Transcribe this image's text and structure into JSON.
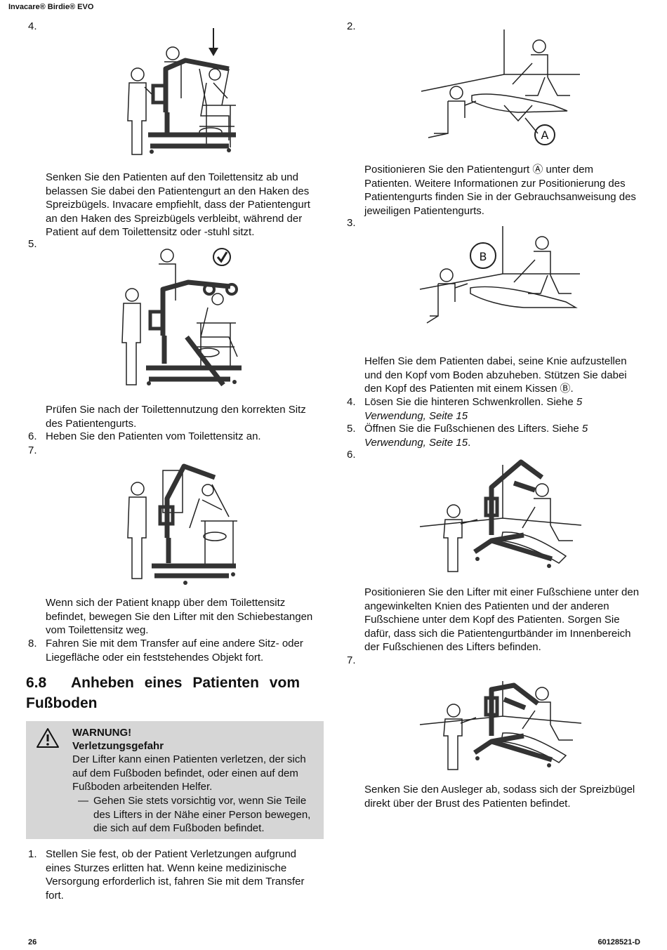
{
  "header": {
    "title": "Invacare® Birdie® EVO"
  },
  "footer": {
    "page_number": "26",
    "doc_id": "60128521-D"
  },
  "left": {
    "step4": {
      "num": "4.",
      "text": "Senken Sie den Patienten auf den Toilettensitz ab und belassen Sie dabei den Patientengurt an den Haken des Spreizbügels. Invacare empfiehlt, dass der Patientengurt an den Haken des Spreizbügels verbleibt, während der Patient auf dem Toilettensitz oder -stuhl sitzt."
    },
    "step5": {
      "num": "5.",
      "text": "Prüfen Sie nach der Toilettennutzung den korrekten Sitz des Patientengurts."
    },
    "step6": {
      "num": "6.",
      "text": "Heben Sie den Patienten vom Toilettensitz an."
    },
    "step7": {
      "num": "7.",
      "text": "Wenn sich der Patient knapp über dem Toilettensitz befindet, bewegen Sie den Lifter mit den Schiebestangen vom Toilettensitz weg."
    },
    "step8": {
      "num": "8.",
      "text": "Fahren Sie mit dem Transfer auf eine andere Sitz- oder Liegefläche oder ein feststehendes Objekt fort."
    },
    "section": {
      "number": "6.8",
      "title": "Anheben eines Patienten vom Fußboden"
    },
    "warning": {
      "title": "WARNUNG!",
      "subtitle": "Verletzungsgefahr",
      "body": "Der Lifter kann einen Patienten verletzen, der sich auf dem Fußboden befindet, oder einen auf dem Fußboden arbeitenden Helfer.",
      "bullet_mark": "—",
      "bullet": "Gehen Sie stets vorsichtig vor, wenn Sie Teile des Lifters in der Nähe einer Person bewegen, die sich auf dem Fußboden befindet."
    },
    "step1": {
      "num": "1.",
      "text": "Stellen Sie fest, ob der Patient Verletzungen aufgrund eines Sturzes erlitten hat. Wenn keine medizinische Versorgung erforderlich ist, fahren Sie mit dem Transfer fort."
    }
  },
  "right": {
    "step2": {
      "num": "2.",
      "callout": "A",
      "text": "Positionieren Sie den Patientengurt Ⓐ unter dem Patienten. Weitere Informationen zur Positionierung des Patientengurts finden Sie in der Gebrauchsanweisung des jeweiligen Patientengurts."
    },
    "step3": {
      "num": "3.",
      "callout": "B",
      "text": "Helfen Sie dem Patienten dabei, seine Knie aufzustellen und den Kopf vom Boden abzuheben. Stützen Sie dabei den Kopf des Patienten mit einem Kissen Ⓑ."
    },
    "step4": {
      "num": "4.",
      "text": "Lösen Sie die hinteren Schwenkrollen. Siehe ",
      "ref_1": "5",
      "ref_2": "Verwendung, Seite 15"
    },
    "step5": {
      "num": "5.",
      "text": "Öffnen Sie die Fußschienen des Lifters. Siehe ",
      "ref_1": "5",
      "ref_2": "Verwendung, Seite 15",
      "tail": "."
    },
    "step6": {
      "num": "6.",
      "text": "Positionieren Sie den Lifter mit einer Fußschiene unter den angewinkelten Knien des Patienten und der anderen Fußschiene unter dem Kopf des Patienten. Sorgen Sie dafür, dass sich die Patientengurtbänder im Innenbereich der Fußschienen des Lifters befinden."
    },
    "step7": {
      "num": "7.",
      "text": "Senken Sie den Ausleger ab, sodass sich der Spreizbügel direkt über der Brust des Patienten befindet."
    }
  }
}
